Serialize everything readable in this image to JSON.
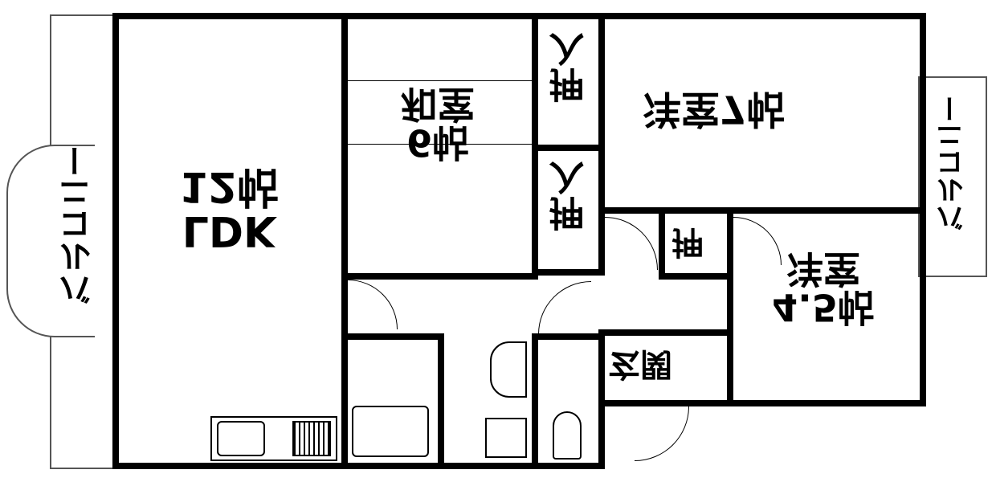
{
  "rooms": {
    "ldk": {
      "name": "LDK",
      "size": "12帖"
    },
    "washitsu": {
      "name": "和室",
      "size": "6帖"
    },
    "youshitsu1": {
      "name": "洋室",
      "size": "7帖"
    },
    "youshitsu2": {
      "name": "洋室",
      "size": "4.5帖"
    },
    "oshiire1": "押入",
    "oshiire2": "押入",
    "closet": "押",
    "genkan": "玄関",
    "balcony_left": "バルコニー",
    "balcony_right": "バルコニー"
  }
}
